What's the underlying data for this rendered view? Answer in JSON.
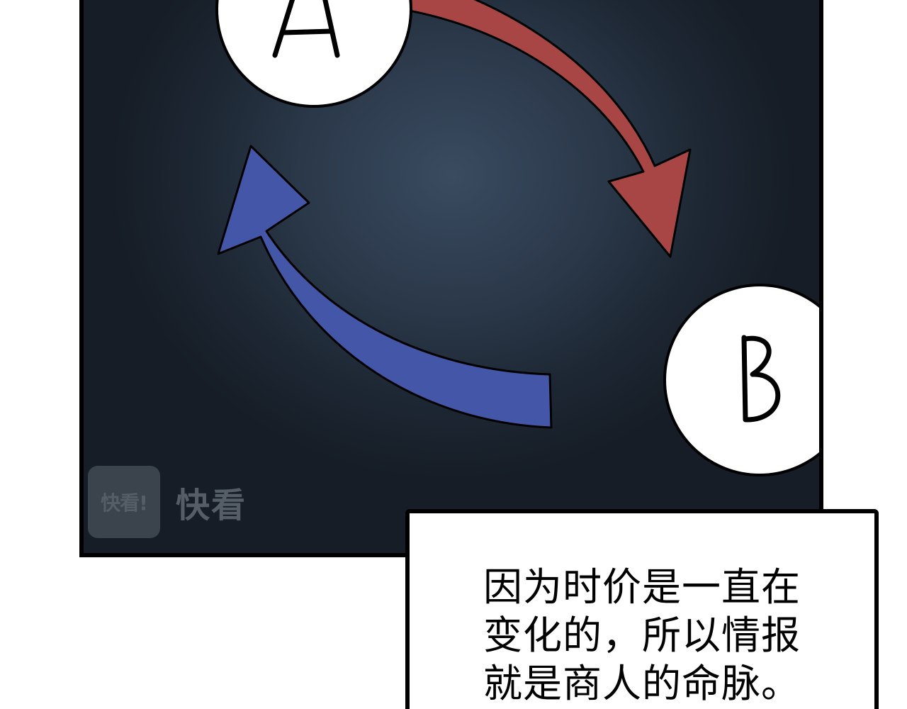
{
  "diagram": {
    "node_a": {
      "label": "A"
    },
    "node_b": {
      "label": "B"
    },
    "arrows": [
      {
        "from": "A",
        "to": "B",
        "color": "#a84646"
      },
      {
        "from": "B",
        "to": "A",
        "color": "#4356a8"
      }
    ],
    "panel_colors": {
      "background_center": "#3a4b60",
      "background_edge": "#161d26",
      "border": "#000000"
    }
  },
  "watermark": {
    "logo_text": "快看!",
    "text": "快看"
  },
  "caption": {
    "lines": [
      "因为时价是一直在",
      "变化的，所以情报",
      "就是商人的命脉。"
    ]
  }
}
